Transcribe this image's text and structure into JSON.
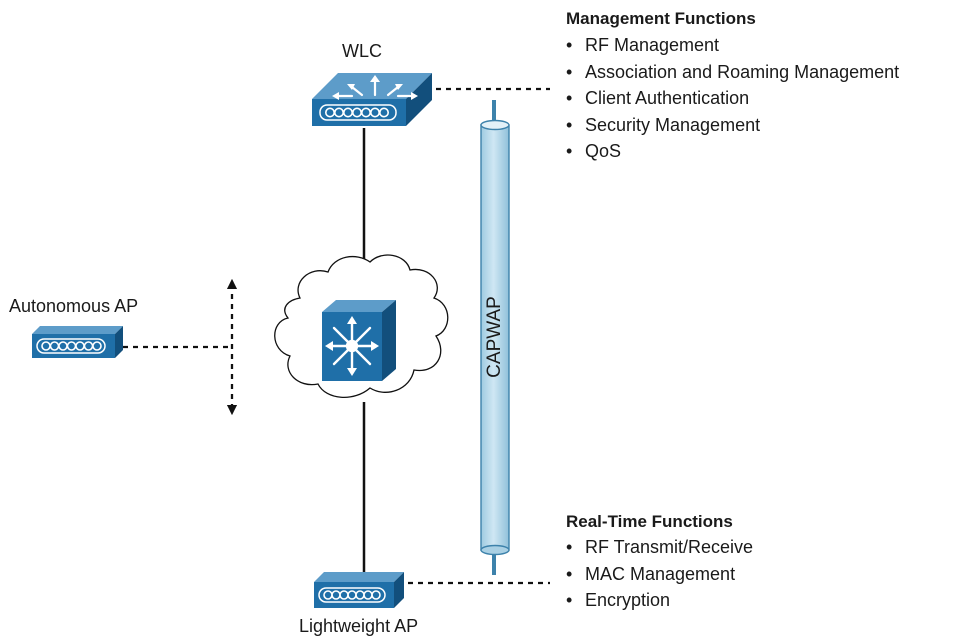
{
  "labels": {
    "wlc": "WLC",
    "autonomous_ap": "Autonomous AP",
    "lightweight_ap": "Lightweight AP",
    "tunnel": "CAPWAP"
  },
  "management": {
    "heading": "Management Functions",
    "items": [
      "RF Management",
      "Association and Roaming Management",
      "Client Authentication",
      "Security Management",
      "QoS"
    ]
  },
  "realtime": {
    "heading": "Real-Time Functions",
    "items": [
      "RF Transmit/Receive",
      "MAC Management",
      "Encryption"
    ]
  },
  "colors": {
    "device_front": "#1f6fa8",
    "device_top": "#5d9cc9",
    "device_side": "#124f7c",
    "tunnel_fill": "#b7d9ea",
    "tunnel_stroke": "#3d82ab",
    "line": "#111111"
  }
}
